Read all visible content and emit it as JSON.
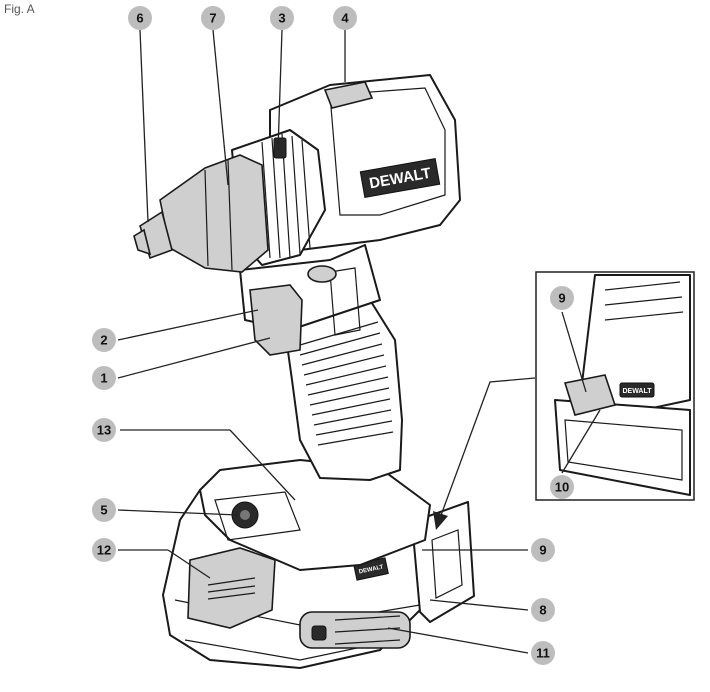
{
  "figure": {
    "label": "Fig. A"
  },
  "brand": {
    "main_logo": "DEWALT",
    "battery_logo": "DEWALT",
    "inset_logo": "DEWALT"
  },
  "callouts": [
    {
      "id": "c6",
      "number": "6"
    },
    {
      "id": "c7",
      "number": "7"
    },
    {
      "id": "c3",
      "number": "3"
    },
    {
      "id": "c4",
      "number": "4"
    },
    {
      "id": "c2",
      "number": "2"
    },
    {
      "id": "c1",
      "number": "1"
    },
    {
      "id": "c13",
      "number": "13"
    },
    {
      "id": "c5",
      "number": "5"
    },
    {
      "id": "c12",
      "number": "12"
    },
    {
      "id": "c9",
      "number": "9"
    },
    {
      "id": "c8",
      "number": "8"
    },
    {
      "id": "c11",
      "number": "11"
    },
    {
      "id": "c9i",
      "number": "9"
    },
    {
      "id": "c10",
      "number": "10"
    }
  ]
}
